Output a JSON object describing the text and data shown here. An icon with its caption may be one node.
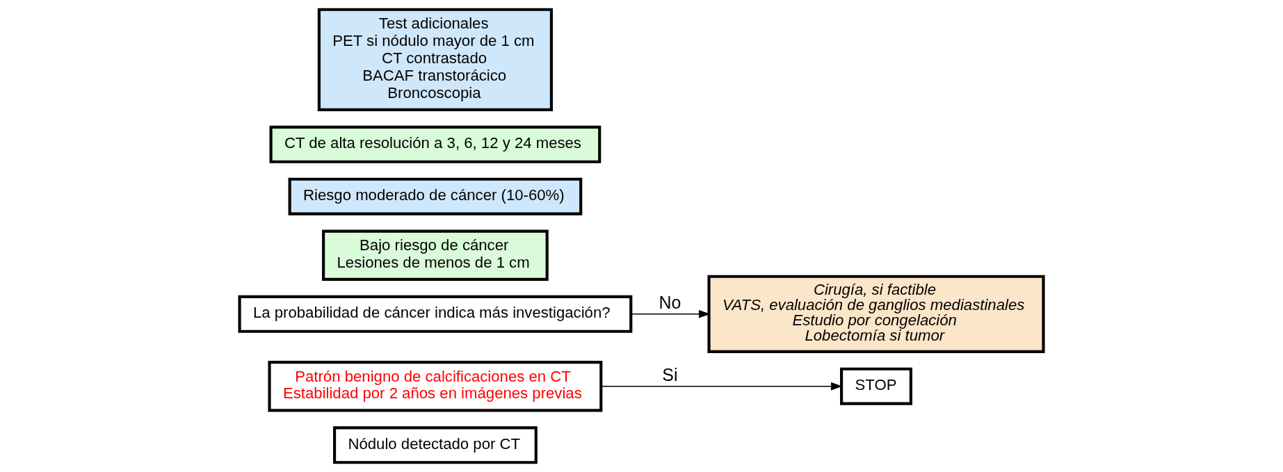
{
  "diagram": {
    "nodes": [
      {
        "text": [
          "Nódulo detectado por CT"
        ]
      },
      {
        "text": [
          "Patrón benigno de calcificaciones en CT",
          "Estabilidad por 2 años en imágenes previas"
        ]
      },
      {
        "text": [
          "STOP"
        ]
      },
      {
        "text": [
          "La probabilidad de cáncer indica más investigación?"
        ]
      },
      {
        "text": [
          "Cirugía, si factible",
          "VATS, evaluación de ganglios mediastinales",
          "Estudio por congelación",
          "Lobectomía si tumor"
        ]
      },
      {
        "text": [
          "Bajo riesgo de cáncer",
          "Lesiones de menos de 1 cm"
        ]
      },
      {
        "text": [
          "Riesgo moderado de cáncer (10-60%)"
        ]
      },
      {
        "text": [
          "CT de alta resolución a 3, 6, 12 y 24 meses"
        ]
      },
      {
        "text": [
          "Test adicionales",
          "PET si nódulo mayor de 1 cm",
          "CT contrastado",
          "BACAF transtorácico",
          "Broncoscopia"
        ]
      }
    ],
    "edges": [
      {
        "from": 1,
        "to": 2,
        "arrow": "to",
        "label": "Si"
      },
      {
        "from": 3,
        "to": 4,
        "arrow": "to",
        "label": "No"
      }
    ]
  }
}
